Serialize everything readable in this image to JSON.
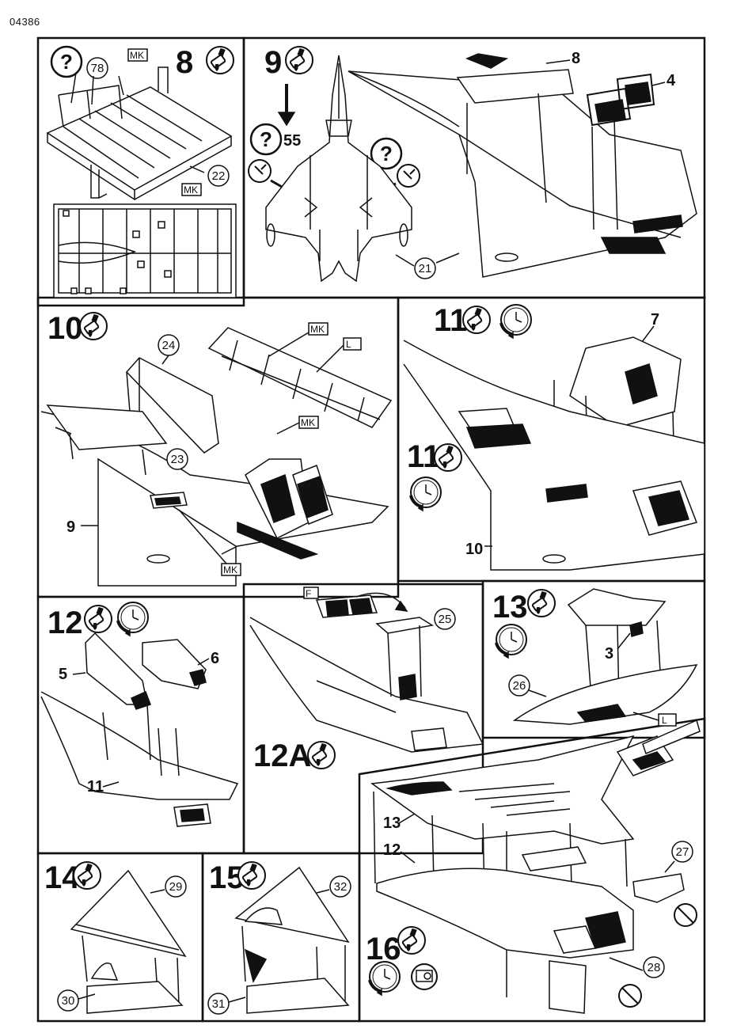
{
  "document": {
    "code": "04386",
    "colors": {
      "ink": "#111111",
      "paper": "#ffffff",
      "shade": "#1a1a1a"
    }
  },
  "steps": {
    "s8": {
      "number": "8",
      "icons": [
        "glue-icon"
      ],
      "labels": {
        "q": "?",
        "p78": "78",
        "mk1": "MK",
        "mk2": "MK",
        "p22": "22"
      }
    },
    "s9": {
      "number": "9",
      "icons": [
        "glue-icon"
      ],
      "labels": {
        "q1": "?",
        "p55": "55",
        "q2": "?",
        "p21": "21",
        "p8": "8",
        "p4": "4"
      }
    },
    "s10": {
      "number": "10",
      "icons": [
        "glue-icon"
      ],
      "labels": {
        "p24": "24",
        "p23": "23",
        "p9": "9",
        "mk1": "MK",
        "mk2": "MK",
        "mk3": "MK",
        "l": "L"
      }
    },
    "s11": {
      "number": "11",
      "icons": [
        "glue-icon",
        "clock-icon"
      ],
      "labels": {
        "p7": "7",
        "p10": "10",
        "sub": "11"
      }
    },
    "s12": {
      "number": "12",
      "icons": [
        "glue-icon",
        "clock-icon"
      ],
      "labels": {
        "p5": "5",
        "p6": "6",
        "p11": "11"
      }
    },
    "s12a": {
      "number": "12A",
      "icons": [
        "glue-icon"
      ],
      "labels": {
        "f": "F",
        "p25": "25"
      }
    },
    "s13": {
      "number": "13",
      "icons": [
        "glue-icon",
        "clock-icon"
      ],
      "labels": {
        "p3": "3",
        "p26": "26",
        "l": "L"
      }
    },
    "s14": {
      "number": "14",
      "icons": [
        "glue-icon"
      ],
      "labels": {
        "p29": "29",
        "p30": "30"
      }
    },
    "s15": {
      "number": "15",
      "icons": [
        "glue-icon"
      ],
      "labels": {
        "p32": "32",
        "p31": "31"
      }
    },
    "s16": {
      "number": "16",
      "icons": [
        "glue-icon",
        "clock-icon",
        "tape-icon",
        "no-glue-icon"
      ],
      "labels": {
        "p13": "13",
        "p12": "12",
        "p27": "27",
        "p28": "28"
      }
    }
  }
}
